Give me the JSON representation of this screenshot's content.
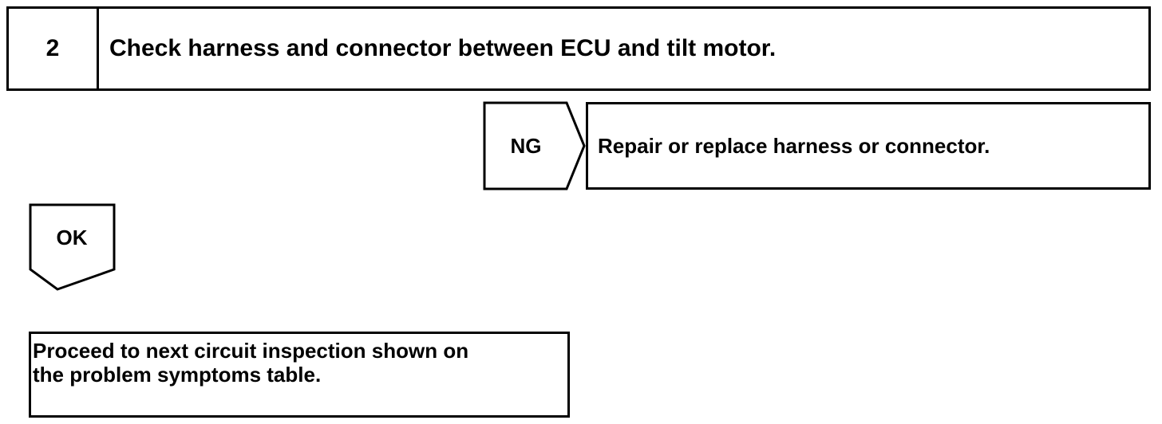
{
  "step": {
    "number": "2",
    "text": "Check harness and connector between ECU and tilt motor."
  },
  "ng_branch": {
    "label": "NG",
    "action": "Repair or replace harness or connector."
  },
  "ok_branch": {
    "label": "OK",
    "action": "Proceed to next circuit inspection shown on\nthe problem symptoms table."
  }
}
